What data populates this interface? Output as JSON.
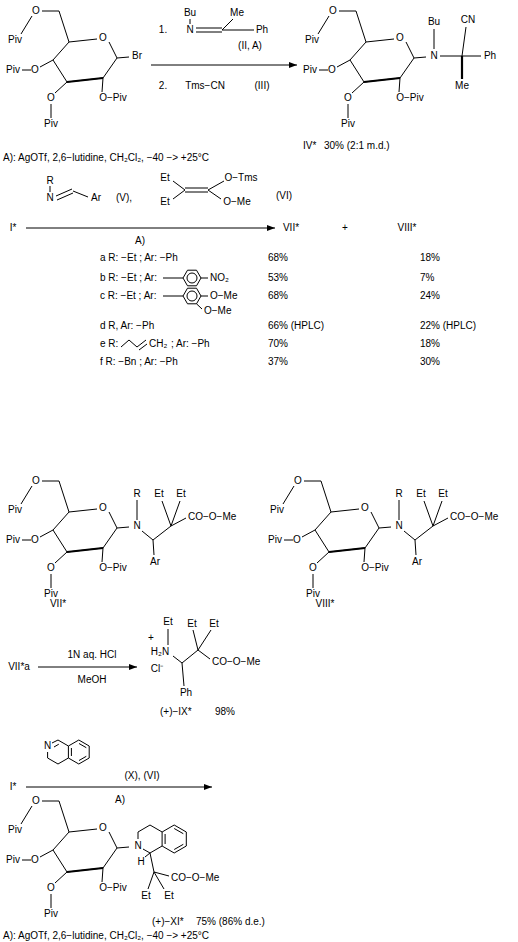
{
  "diagram": {
    "nodes": [
      {
        "text": [
          "O",
          "Piv",
          "Piv",
          "O",
          "O",
          "Piv",
          "O",
          "O−Piv",
          "Br"
        ]
      },
      {
        "text": [
          "1.",
          "Bu",
          "Me",
          "N",
          "Ph",
          "(II, A)"
        ]
      },
      {
        "text": [
          "2.",
          "Tms−CN",
          "(III)"
        ]
      },
      {
        "text": [
          "O",
          "Piv",
          "Piv",
          "O",
          "O",
          "Piv",
          "O",
          "O−Piv",
          "N",
          "Bu",
          "CN",
          "Ph",
          "Me",
          "IV*",
          "30% (2:1 m.d.)"
        ]
      },
      {
        "text": [
          "I*"
        ]
      },
      {
        "text": [
          "R",
          "N",
          "Ar",
          "(V),"
        ]
      },
      {
        "text": [
          "Et",
          "Et",
          "O−Tms",
          "O−Me",
          "(VI)"
        ]
      },
      {
        "text": [
          "VII*"
        ]
      },
      {
        "text": [
          "VIII*"
        ]
      },
      {
        "text": [
          "O",
          "Piv",
          "Piv",
          "O",
          "O",
          "Piv",
          "O",
          "O−Piv",
          "N",
          "R",
          "Et",
          "Et",
          "CO−O−Me",
          "Ar",
          "VII*"
        ]
      },
      {
        "text": [
          "O",
          "Piv",
          "Piv",
          "O",
          "O",
          "Piv",
          "O",
          "O−Piv",
          "N",
          "R",
          "Et",
          "Et",
          "CO−O−Me",
          "Ar",
          "VIII*"
        ]
      },
      {
        "text": [
          "VII*a"
        ]
      },
      {
        "text": [
          "Et",
          "+",
          "H₂N",
          "Cl⁻",
          "Et",
          "Et",
          "CO−O−Me",
          "Ph",
          "(+)−IX*",
          "98%"
        ]
      },
      {
        "text": [
          "I*"
        ]
      },
      {
        "text": [
          "N",
          "(X), (VI)"
        ]
      },
      {
        "text": [
          "O",
          "Piv",
          "Piv",
          "O",
          "O",
          "Piv",
          "O",
          "O−Piv",
          "N",
          "H",
          "CO−O−Me",
          "Et",
          "Et",
          "(+)−XI*",
          "75% (86% d.e.)"
        ]
      }
    ],
    "edges": [
      {
        "from": 0,
        "to": 3,
        "arrow": "to"
      },
      {
        "from": 4,
        "to": 7,
        "arrow": "to"
      },
      {
        "from": 11,
        "to": 12,
        "arrow": "to"
      },
      {
        "from": 13,
        "to": 15,
        "arrow": "to"
      }
    ],
    "labels": [
      "A): AgOTf, 2,6−lutidine, CH₂Cl₂, −40 −> +25°C",
      "+",
      "A)",
      "a R: −Et ; Ar: −Ph",
      "68%",
      "18%",
      "b R: −Et ; Ar:",
      "NO₂",
      "53%",
      "7%",
      "c R: −Et ; Ar:",
      "O−Me",
      "O−Me",
      "68%",
      "24%",
      "d R, Ar: −Ph",
      "66% (HPLC)",
      "22% (HPLC)",
      "e R:",
      "CH₂",
      "; Ar: −Ph",
      "70%",
      "18%",
      "f R: −Bn ; Ar: −Ph",
      "37%",
      "30%",
      "1N aq. HCl",
      "MeOH",
      "A)",
      "A): AgOTf, 2,6−lutidine, CH₂Cl₂, −40 −> +25°C"
    ]
  }
}
